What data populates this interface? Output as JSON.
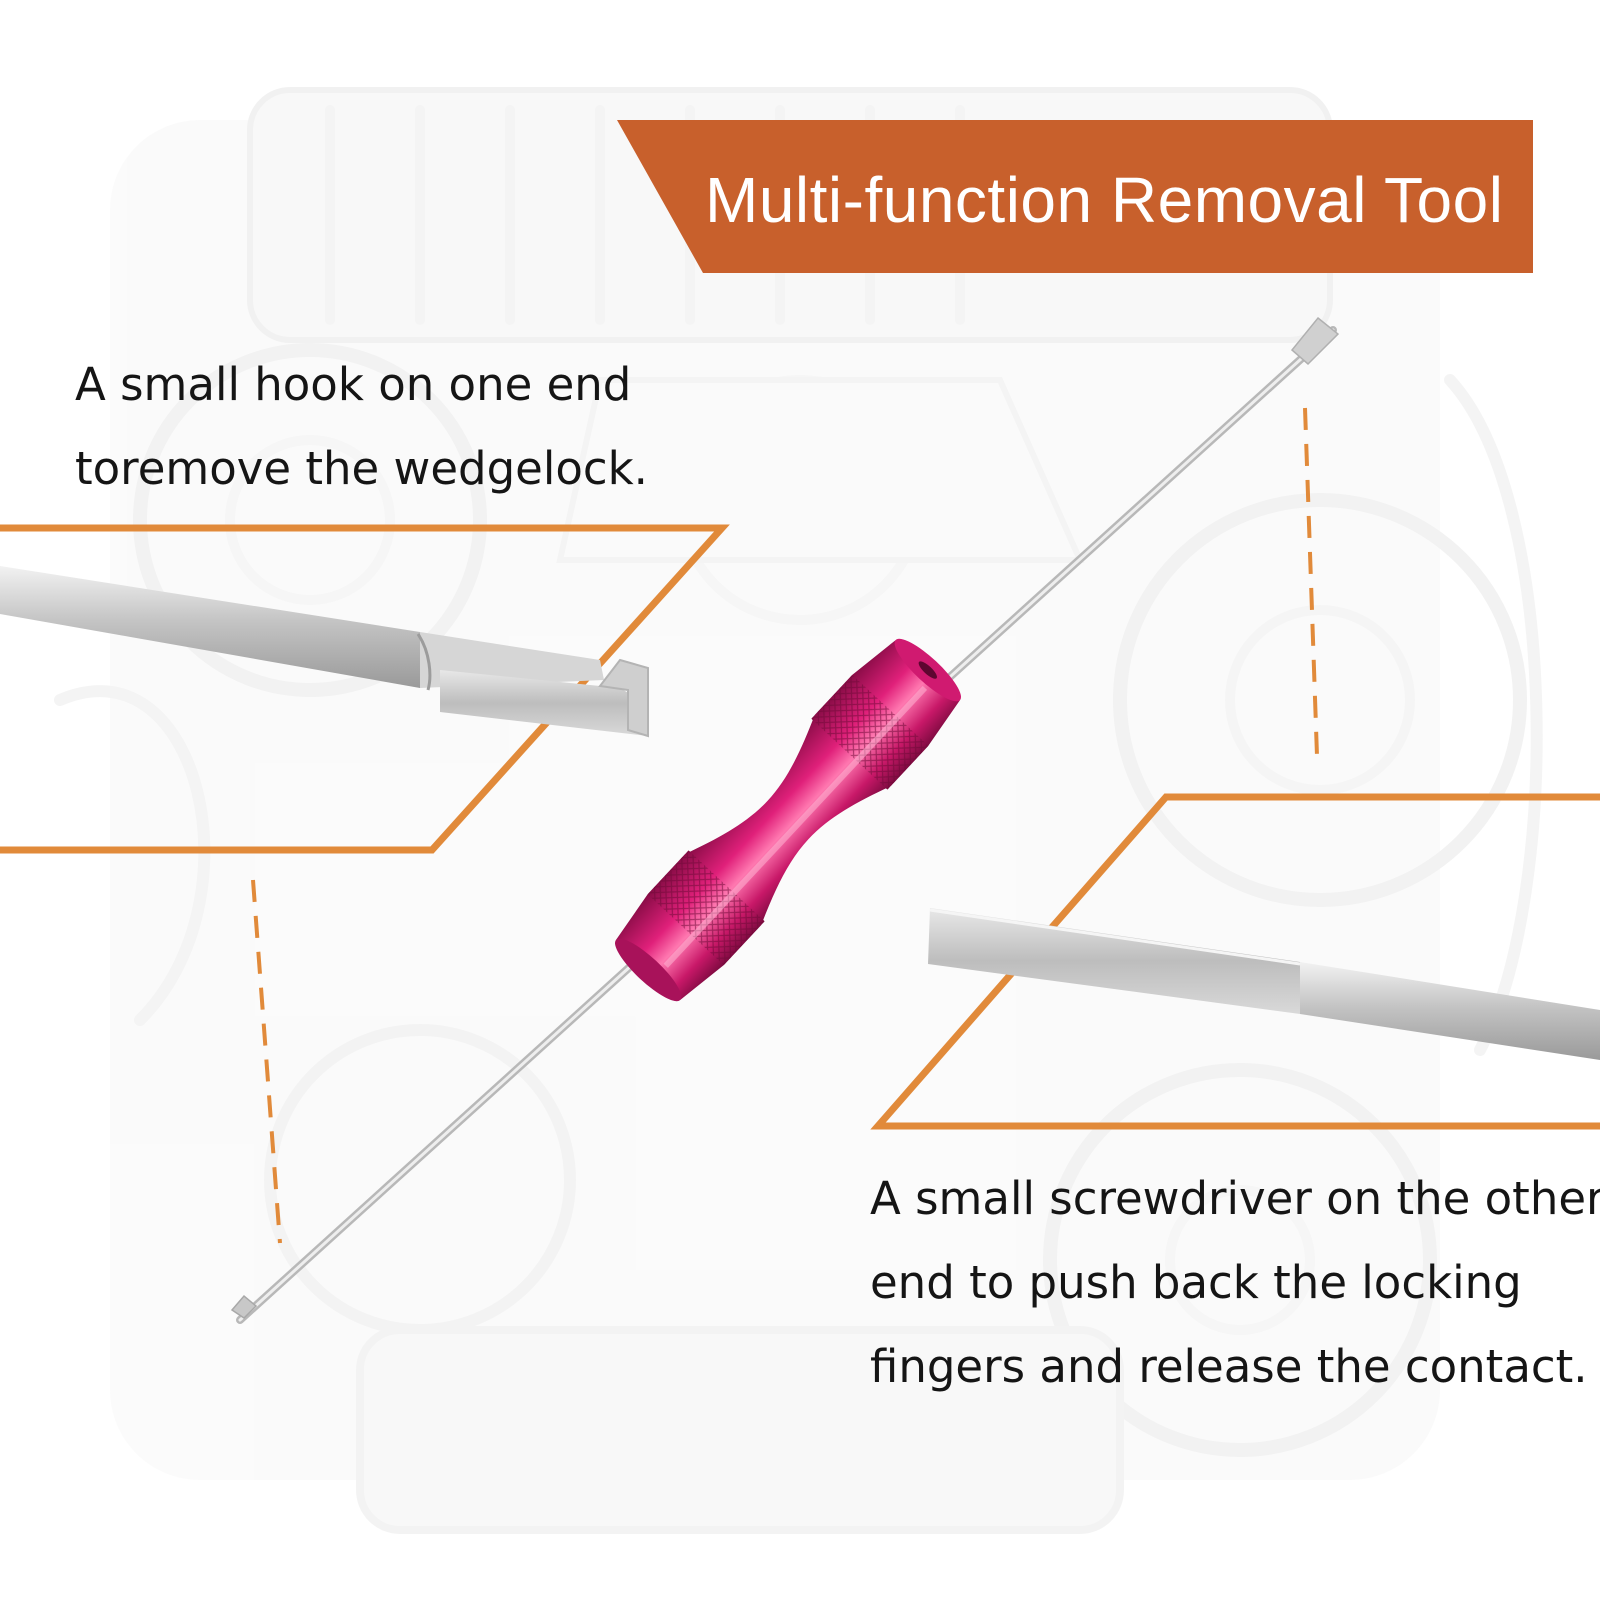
{
  "title": "Multi-function Removal Tool",
  "colors": {
    "banner": "#c8602c",
    "banner_text": "#ffffff",
    "accent_line": "#e18a3a",
    "handle": "#c81868",
    "handle_highlight": "#ff6fa8",
    "steel": "#c9c9c9",
    "background_engine": "#eeeeee"
  },
  "hook_callout": {
    "lines": [
      "A small hook on one end",
      "toremove the wedgelock."
    ]
  },
  "screwdriver_callout": {
    "lines": [
      "A small screwdriver on the other",
      "end to push back the locking",
      "fingers and release the contact."
    ]
  },
  "icons": {
    "background": "engine-illustration",
    "tool": "double-ended-removal-tool",
    "hook": "hook-tip-icon",
    "blade": "flat-blade-tip-icon"
  }
}
